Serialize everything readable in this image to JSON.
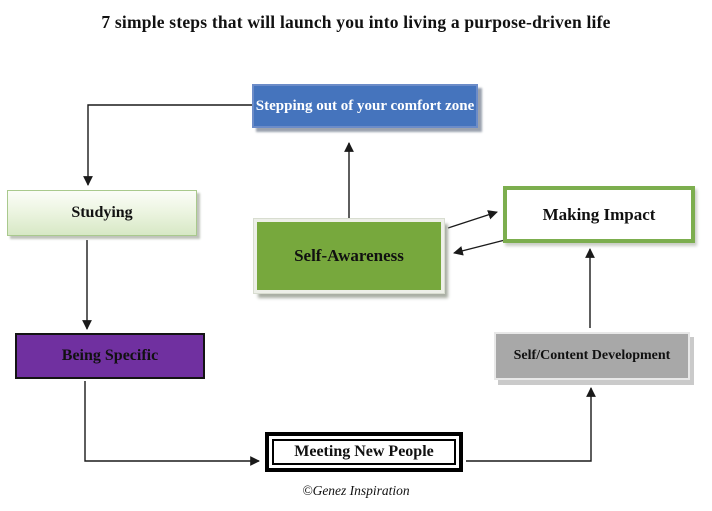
{
  "title": "7 simple steps that will launch you into living a purpose-driven life",
  "footer": "©Genez Inspiration",
  "nodes": {
    "comfort_zone": {
      "label": "Stepping out of your comfort zone",
      "fill": "#4574BD",
      "border": "#6C8CC8",
      "text_color": "#FFFFFF"
    },
    "studying": {
      "label": "Studying",
      "fill_top": "#FBFDF8",
      "fill_bottom": "#D7E8C5",
      "border": "#A9C98D",
      "text_color": "#111111"
    },
    "self_awareness": {
      "label": "Self-Awareness",
      "fill": "#77A83D",
      "border": "#EDEFE8",
      "text_color": "#111111"
    },
    "making_impact": {
      "label": "Making Impact",
      "fill": "#FFFFFF",
      "border": "#7CAE4E",
      "text_color": "#111111"
    },
    "being_specific": {
      "label": "Being Specific",
      "fill": "#7030A0",
      "border": "#141414",
      "text_color": "#111111"
    },
    "self_content_development": {
      "label": "Self/Content Development",
      "fill": "#A8A8A8",
      "border": "#E8E8E8",
      "text_color": "#111111"
    },
    "meeting_new_people": {
      "label": "Meeting New People",
      "fill": "#FFFFFF",
      "border": "#000000",
      "border_style": "double",
      "text_color": "#111111"
    }
  },
  "edges": [
    {
      "from": "Stepping out of your comfort zone",
      "to": "Studying",
      "shape": "elbow-left-down"
    },
    {
      "from": "Studying",
      "to": "Being Specific",
      "shape": "straight-down"
    },
    {
      "from": "Being Specific",
      "to": "Meeting New People",
      "shape": "elbow-down-right"
    },
    {
      "from": "Meeting New People",
      "to": "Self/Content Development",
      "shape": "elbow-right-up"
    },
    {
      "from": "Self/Content Development",
      "to": "Making Impact",
      "shape": "straight-up"
    },
    {
      "from": "Self-Awareness",
      "to": "Stepping out of your comfort zone",
      "shape": "straight-up"
    },
    {
      "from": "Self-Awareness",
      "to": "Making Impact",
      "shape": "diagonal-up-right"
    },
    {
      "from": "Making Impact",
      "to": "Self-Awareness",
      "shape": "diagonal-down-left"
    }
  ],
  "connector_color": "#1A1A1A"
}
